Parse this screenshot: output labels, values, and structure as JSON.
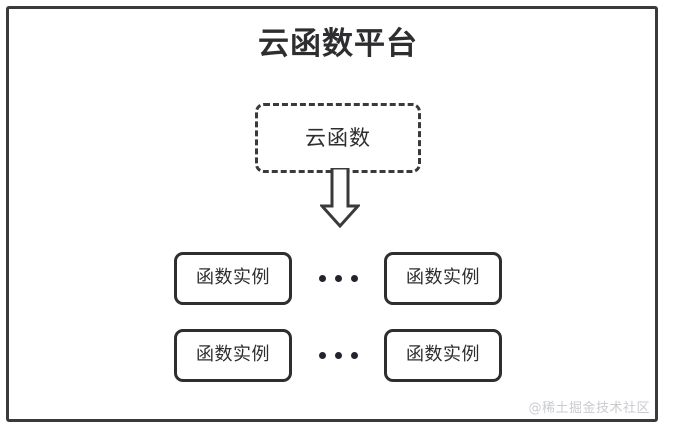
{
  "diagram": {
    "title": "云函数平台",
    "cloud_function": {
      "label": "云函数",
      "border_style": "dashed"
    },
    "arrow": {
      "name": "down-block-arrow",
      "direction": "down"
    },
    "ellipsis": "...",
    "instance_rows": [
      {
        "left_box_label": "函数实例",
        "ellipsis": "...",
        "right_box_label": "函数实例"
      },
      {
        "left_box_label": "函数实例",
        "ellipsis": "...",
        "right_box_label": "函数实例"
      }
    ],
    "watermark": "@稀土掘金技术社区",
    "colors": {
      "outline": "#3a3a3c",
      "text": "#2e2e30",
      "background": "#ffffff",
      "watermark": "#c9cbd0",
      "dot": "#23242b"
    }
  }
}
